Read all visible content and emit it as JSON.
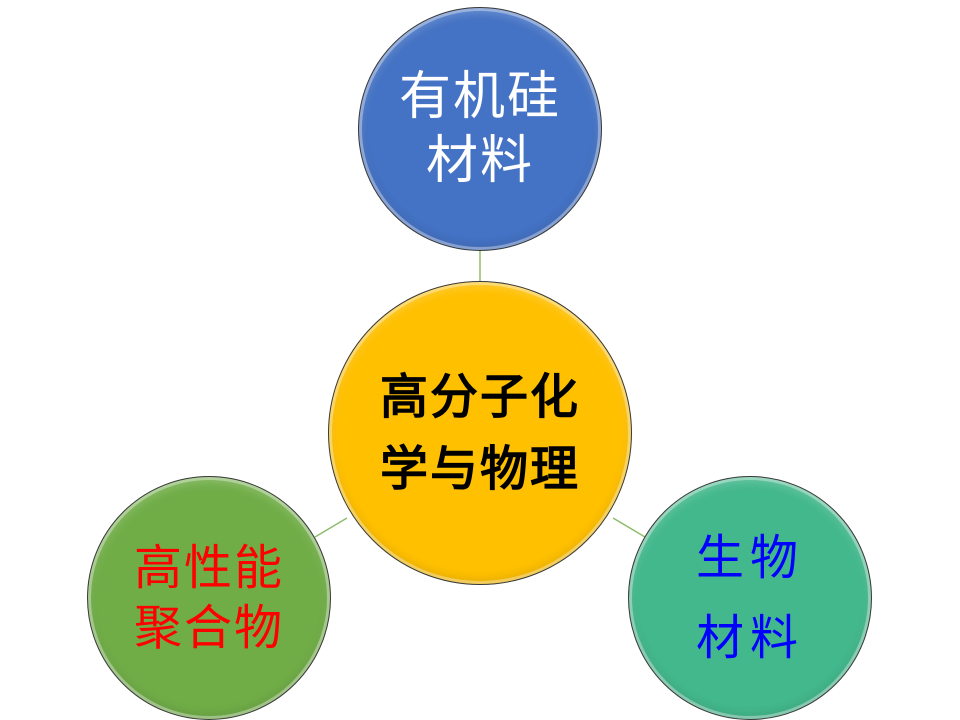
{
  "diagram": {
    "type": "radial-hub",
    "connector_color": "#8FBC6A",
    "center": {
      "lines": [
        "高分子化",
        "学与物理"
      ],
      "fill": "#FFC000",
      "text_color": "#000000"
    },
    "satellites": [
      {
        "id": "top",
        "lines": [
          "有机硅",
          "材料"
        ],
        "fill": "#4472C4",
        "text_color": "#FFFFFF"
      },
      {
        "id": "left",
        "lines": [
          "高性能",
          "聚合物"
        ],
        "fill": "#70AD47",
        "text_color": "#FF0000"
      },
      {
        "id": "right",
        "lines": [
          "生物",
          "材料"
        ],
        "fill": "#43B88C",
        "text_color": "#0000FF"
      }
    ]
  }
}
